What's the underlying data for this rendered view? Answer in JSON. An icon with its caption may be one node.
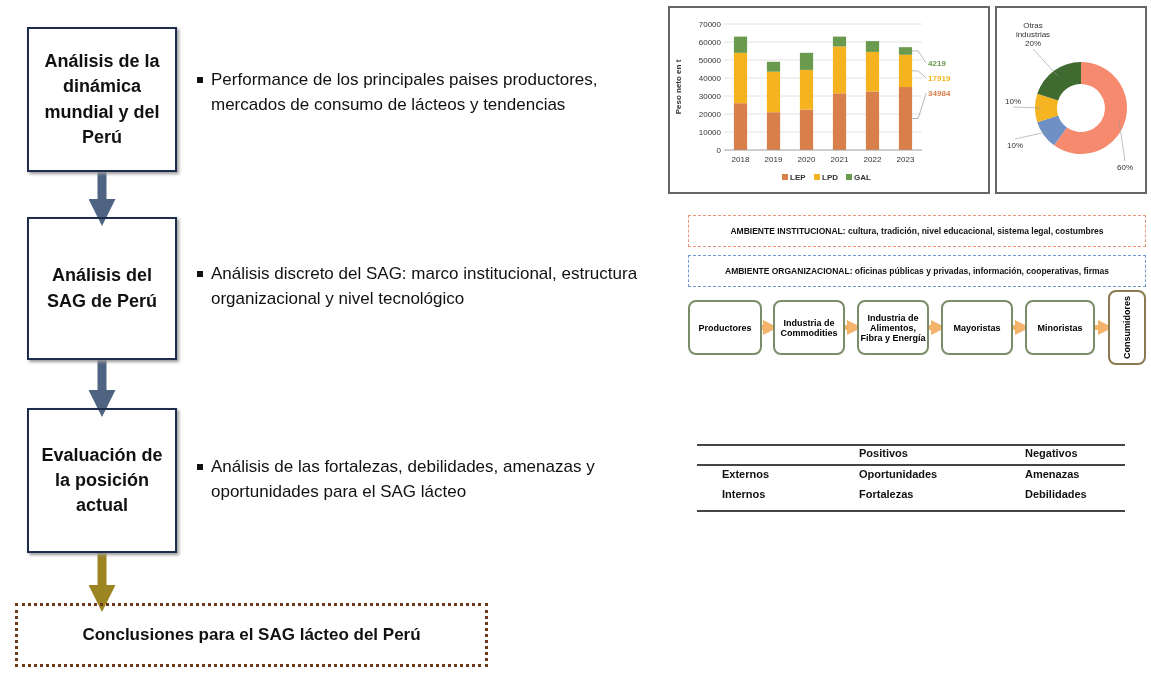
{
  "diagram": {
    "nodes": [
      {
        "text": [
          "Análisis de la dinámica mundial y del Perú"
        ],
        "beside": [
          "Performance de los principales paises productores, mercados de consumo de lácteos y tendencias"
        ]
      },
      {
        "text": [
          "Análisis del SAG de Perú"
        ],
        "beside": [
          "Análisis discreto del SAG: marco institucional, estructura organizacional y nivel tecnológico"
        ]
      },
      {
        "text": [
          "Evaluación de la posición actual"
        ],
        "beside": [
          "Análisis de las fortalezas, debilidades, amenazas y oportunidades para el SAG lácteo"
        ]
      },
      {
        "text": [
          "Conclusiones para el SAG lácteo del Perú"
        ]
      },
      {
        "text": [
          "AMBIENTE INSTITUCIONAL: cultura, tradición, nivel educacional, sistema legal, costumbres"
        ]
      },
      {
        "text": [
          "AMBIENTE ORGANIZACIONAL: oficinas públicas y privadas, información, cooperativas, firmas"
        ]
      },
      {
        "text": [
          "Productores"
        ]
      },
      {
        "text": [
          "Industria de Commodities"
        ]
      },
      {
        "text": [
          "Industria de Alimentos, Fibra y Energía"
        ]
      },
      {
        "text": [
          "Mayoristas"
        ]
      },
      {
        "text": [
          "Minoristas"
        ]
      },
      {
        "text": [
          "Consumidores"
        ]
      }
    ],
    "edges": [
      {
        "from": 0,
        "to": 1,
        "arrow": "to",
        "style": "thick",
        "color": "#4f6482"
      },
      {
        "from": 1,
        "to": 2,
        "arrow": "to",
        "style": "thick",
        "color": "#4f6482"
      },
      {
        "from": 2,
        "to": 3,
        "arrow": "to",
        "style": "thick",
        "color": "#9c8420"
      },
      {
        "from": 6,
        "to": 7,
        "arrow": "to"
      },
      {
        "from": 7,
        "to": 8,
        "arrow": "to"
      },
      {
        "from": 8,
        "to": 9,
        "arrow": "to"
      },
      {
        "from": 9,
        "to": 10,
        "arrow": "to"
      },
      {
        "from": 10,
        "to": 11,
        "arrow": "to"
      }
    ],
    "labels": [
      "Positivos",
      "Negativos",
      "Externos",
      "Oportunidades",
      "Amenazas",
      "Internos",
      "Fortalezas",
      "Debilidades"
    ],
    "chart_data": [
      {
        "type": "bar",
        "stacked": true,
        "ylabel": "Peso neto en t",
        "categories": [
          "2018",
          "2019",
          "2020",
          "2021",
          "2022",
          "2023"
        ],
        "yticks": [
          0,
          10000,
          20000,
          30000,
          40000,
          50000,
          60000,
          70000
        ],
        "ylim": [
          0,
          70000
        ],
        "grid": true,
        "legend": true,
        "series": [
          {
            "name": "LEP",
            "color": "#d9804a",
            "values": [
              26000,
              21000,
              22500,
              31500,
              32500,
              34984
            ]
          },
          {
            "name": "LPD",
            "color": "#f5b41f",
            "values": [
              28000,
              22500,
              22000,
              26000,
              22000,
              17919
            ]
          },
          {
            "name": "GAL",
            "color": "#6a9a4e",
            "values": [
              9000,
              5500,
              9500,
              5500,
              6000,
              4219
            ]
          }
        ],
        "annotations": [
          "4219",
          "17919",
          "34984"
        ]
      },
      {
        "type": "donut",
        "categories": [
          null,
          null,
          null,
          "Otras industrias"
        ],
        "colors": [
          "#f58a6e",
          "#6e90c4",
          "#f5b421",
          "#406b30"
        ],
        "values": [
          60,
          10,
          10,
          20
        ],
        "value_labels": [
          "60%",
          "10%",
          "10%",
          "20%"
        ]
      }
    ]
  }
}
